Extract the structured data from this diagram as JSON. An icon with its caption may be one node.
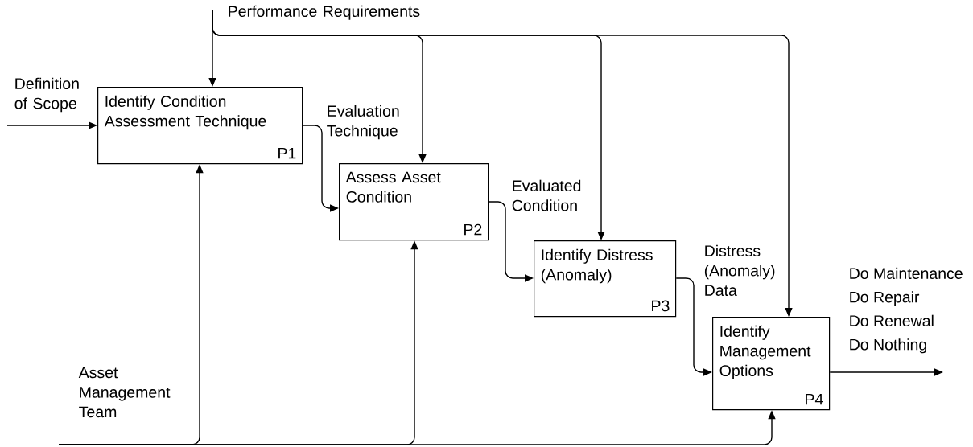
{
  "diagram": {
    "nodes": [
      {
        "text": [
          "Identify Condition Assessment Technique",
          "P1"
        ]
      },
      {
        "text": [
          "Assess Asset Condition",
          "P2"
        ]
      },
      {
        "text": [
          "Identify Distress (Anomaly)",
          "P3"
        ]
      },
      {
        "text": [
          "Identify Management Options",
          "P4"
        ]
      }
    ],
    "edges": [
      {
        "from": null,
        "to": 0,
        "arrow": "to",
        "label": "Definition of Scope"
      },
      {
        "from": null,
        "to": 0,
        "arrow": "to",
        "label": "Performance Requirements"
      },
      {
        "from": null,
        "to": 1,
        "arrow": "to"
      },
      {
        "from": null,
        "to": 2,
        "arrow": "to"
      },
      {
        "from": null,
        "to": 3,
        "arrow": "to"
      },
      {
        "from": null,
        "to": 0,
        "arrow": "to",
        "label": "Asset Management Team"
      },
      {
        "from": null,
        "to": 1,
        "arrow": "to"
      },
      {
        "from": null,
        "to": 3,
        "arrow": "to"
      },
      {
        "from": 0,
        "to": 1,
        "arrow": "to",
        "label": "Evaluation Technique"
      },
      {
        "from": 1,
        "to": 2,
        "arrow": "to",
        "label": "Evaluated Condition"
      },
      {
        "from": 2,
        "to": 3,
        "arrow": "to",
        "label": "Distress (Anomaly) Data"
      },
      {
        "from": 3,
        "to": null,
        "arrow": "to"
      }
    ],
    "labels": [
      "Do Maintenance",
      "Do Repair",
      "Do Renewal",
      "Do Nothing"
    ]
  }
}
